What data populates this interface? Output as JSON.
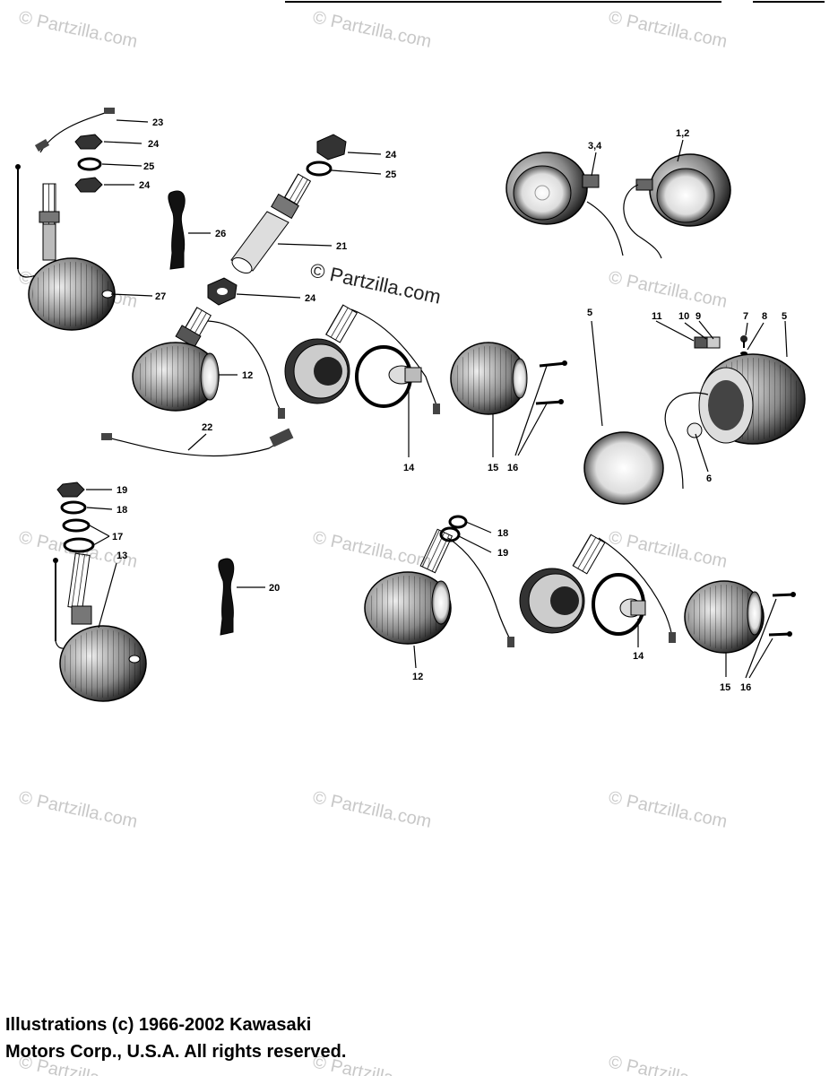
{
  "diagram": {
    "labels": {
      "l23": "23",
      "l24a": "24",
      "l25a": "25",
      "l24b": "24",
      "l24c": "24",
      "l25b": "25",
      "l26": "26",
      "l21": "21",
      "l27": "27",
      "l24d": "24",
      "l12a": "12",
      "l22": "22",
      "l14a": "14",
      "l15a": "15",
      "l16a": "16",
      "l34": "3,4",
      "l12b": "1,2",
      "l5a": "5",
      "l11": "11",
      "l10": "10",
      "l9": "9",
      "l7": "7",
      "l8": "8",
      "l5b": "5",
      "l6": "6",
      "l19a": "19",
      "l18a": "18",
      "l17": "17",
      "l13": "13",
      "l20": "20",
      "l18b": "18",
      "l19b": "19",
      "l12c": "12",
      "l14b": "14",
      "l15b": "15",
      "l16b": "16"
    },
    "watermark_center": "© Partzilla.com",
    "watermark_tile": "© Partzilla.com"
  },
  "footer": {
    "line1": "Illustrations (c) 1966-2002 Kawasaki",
    "line2": "Motors Corp., U.S.A.  All rights reserved."
  }
}
